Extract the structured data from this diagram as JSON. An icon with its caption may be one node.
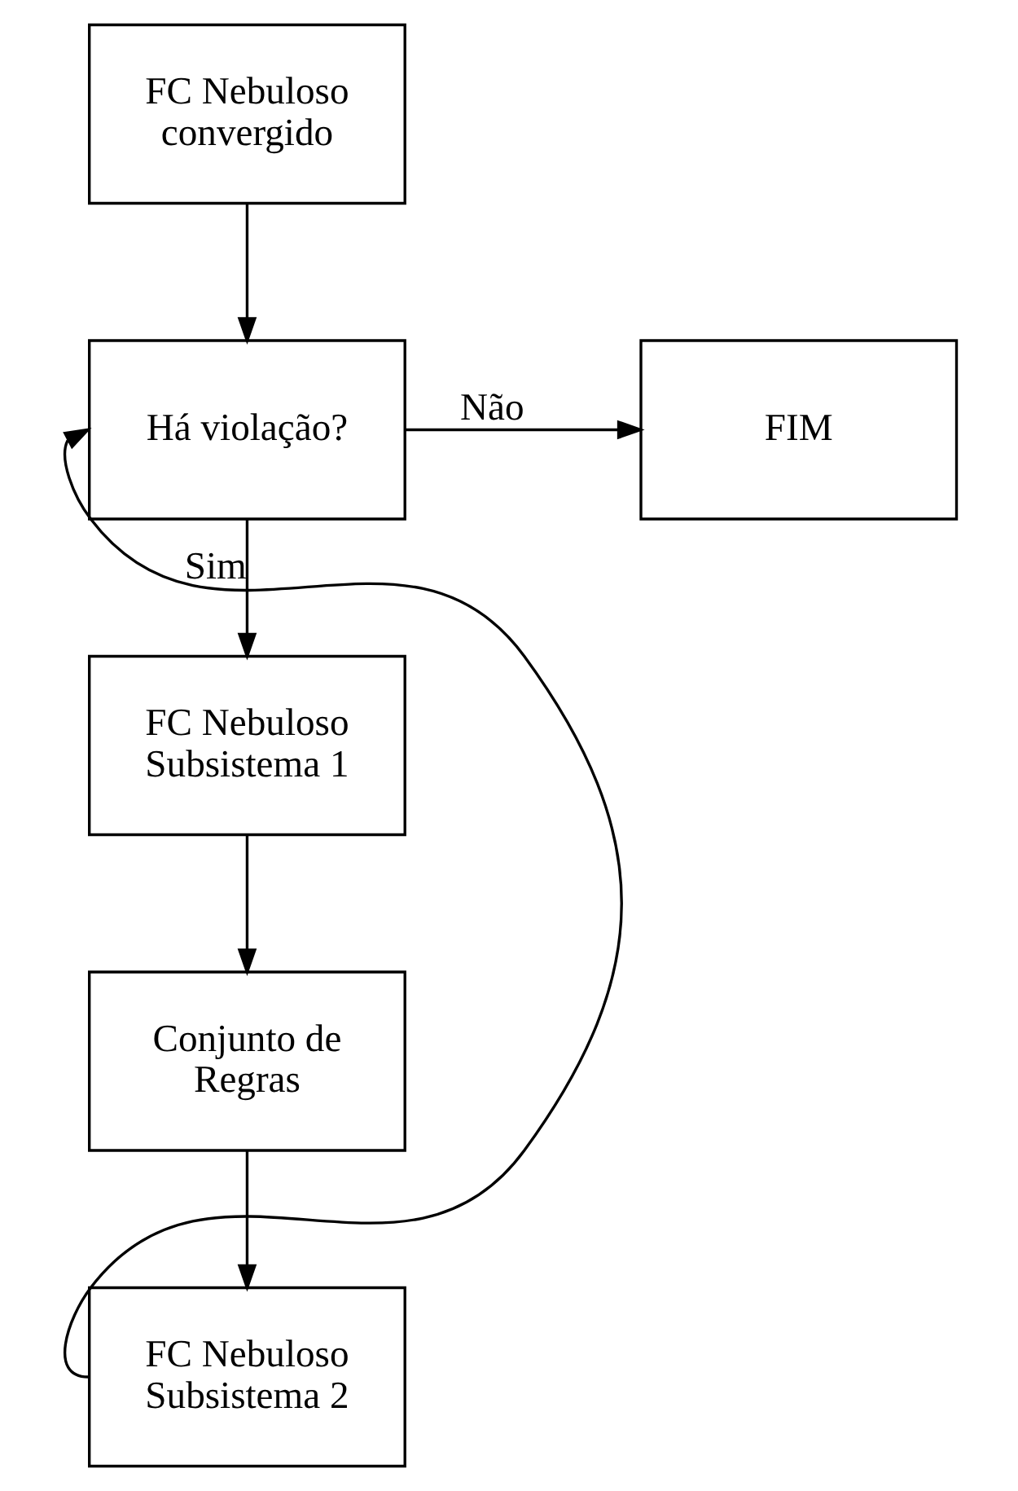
{
  "diagram": {
    "nodes": [
      {
        "text": [
          "FC Nebuloso convergido"
        ]
      },
      {
        "text": [
          "Há violação?"
        ]
      },
      {
        "text": [
          "FIM"
        ]
      },
      {
        "text": [
          "FC Nebuloso Subsistema 1"
        ]
      },
      {
        "text": [
          "Conjunto de Regras"
        ]
      },
      {
        "text": [
          "FC Nebuloso Subsistema 2"
        ]
      }
    ],
    "edges": [
      {
        "from": 0,
        "to": 1,
        "arrow": "to"
      },
      {
        "from": 1,
        "to": 2,
        "arrow": "to",
        "label": "Não"
      },
      {
        "from": 1,
        "to": 3,
        "arrow": "to",
        "label": "Sim"
      },
      {
        "from": 3,
        "to": 4,
        "arrow": "to"
      },
      {
        "from": 4,
        "to": 5,
        "arrow": "to"
      },
      {
        "from": 5,
        "to": 1,
        "arrow": "to"
      }
    ]
  }
}
